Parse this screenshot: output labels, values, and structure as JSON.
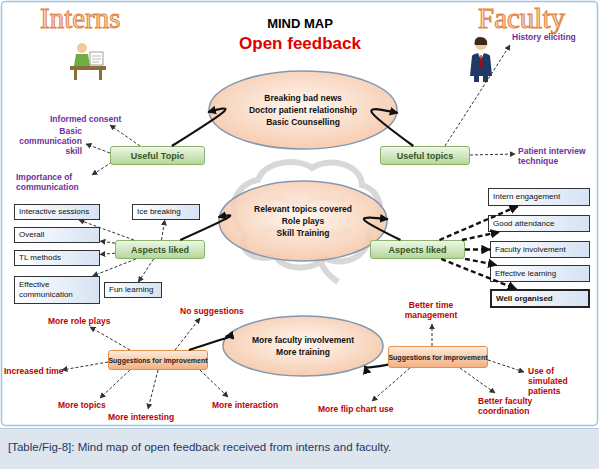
{
  "diagram": {
    "title": "MIND MAP",
    "caption": "[Table/Fig-8]: Mind map of open feedback received from interns and faculty.",
    "nodes": [
      {
        "text": [
          "Breaking bad news",
          "Doctor patient relationship",
          "Basic Counselling"
        ]
      },
      {
        "text": [
          "Useful Topic"
        ]
      },
      {
        "text": [
          "Useful topics"
        ]
      },
      {
        "text": [
          "Relevant topics covered",
          "Role plays",
          "Skill Training"
        ]
      },
      {
        "text": [
          "Aspects liked"
        ]
      },
      {
        "text": [
          "Interactive sessions"
        ]
      },
      {
        "text": [
          "Ice breaking"
        ]
      },
      {
        "text": [
          "Overall"
        ]
      },
      {
        "text": [
          "TL methods"
        ]
      },
      {
        "text": [
          "Effective communication"
        ]
      },
      {
        "text": [
          "Fun learning"
        ]
      },
      {
        "text": [
          "Aspects liked"
        ]
      },
      {
        "text": [
          "Intern engagement"
        ]
      },
      {
        "text": [
          "Good attendance"
        ]
      },
      {
        "text": [
          "Faculty involvement"
        ]
      },
      {
        "text": [
          "Effective learning"
        ]
      },
      {
        "text": [
          "Well organised"
        ]
      },
      {
        "text": [
          "More faculty involvement",
          "More training"
        ]
      },
      {
        "text": [
          "Suggestions for improvement"
        ]
      },
      {
        "text": [
          "Suggestions for improvement"
        ]
      }
    ],
    "edges": [
      {
        "from": 1,
        "to": 0,
        "arrow": "to"
      },
      {
        "from": 2,
        "to": 0,
        "arrow": "to"
      },
      {
        "from": 4,
        "to": 3,
        "arrow": "to"
      },
      {
        "from": 11,
        "to": 3,
        "arrow": "to"
      },
      {
        "from": 4,
        "to": 5,
        "arrow": "to"
      },
      {
        "from": 4,
        "to": 6,
        "arrow": "to"
      },
      {
        "from": 4,
        "to": 7,
        "arrow": "to"
      },
      {
        "from": 4,
        "to": 8,
        "arrow": "to"
      },
      {
        "from": 4,
        "to": 9,
        "arrow": "to"
      },
      {
        "from": 4,
        "to": 10,
        "arrow": "to"
      },
      {
        "from": 11,
        "to": 12,
        "arrow": "to"
      },
      {
        "from": 11,
        "to": 13,
        "arrow": "to"
      },
      {
        "from": 11,
        "to": 14,
        "arrow": "to"
      },
      {
        "from": 11,
        "to": 15,
        "arrow": "to"
      },
      {
        "from": 11,
        "to": 16,
        "arrow": "to"
      },
      {
        "from": 18,
        "to": 17,
        "arrow": "to"
      },
      {
        "from": 19,
        "to": 17,
        "arrow": "to"
      }
    ],
    "labels": [
      "Interns",
      "Faculty",
      "Open feedback",
      "Informed consent",
      "Basic communication skill",
      "Importance of communication",
      "History eliciting",
      "Patient interview technique",
      "No suggestions",
      "More role plays",
      "Increased time",
      "More topics",
      "More interesting",
      "More interaction",
      "Better time management",
      "Use of simulated patients",
      "Better faculty coordination",
      "More flip chart use"
    ]
  }
}
